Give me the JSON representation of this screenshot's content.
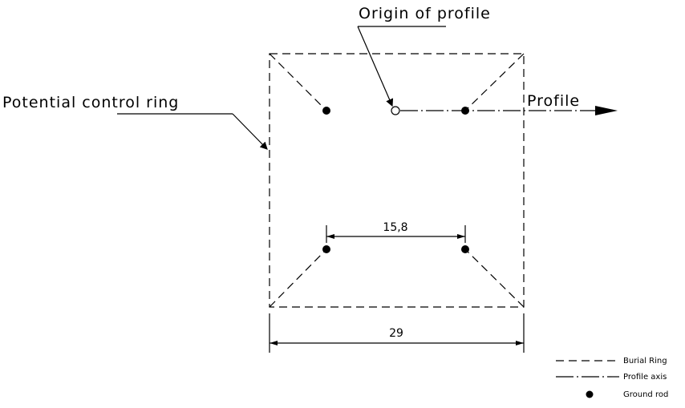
{
  "labels": {
    "origin": "Origin of profile",
    "profile": "Profile",
    "potential_ring": "Potential control ring"
  },
  "dimensions": {
    "inner_spacing": "15,8",
    "outer_width": "29"
  },
  "legend": {
    "burial_ring": "Burial Ring",
    "profile_axis": "Profile axis",
    "ground_rod": "Ground rod"
  }
}
